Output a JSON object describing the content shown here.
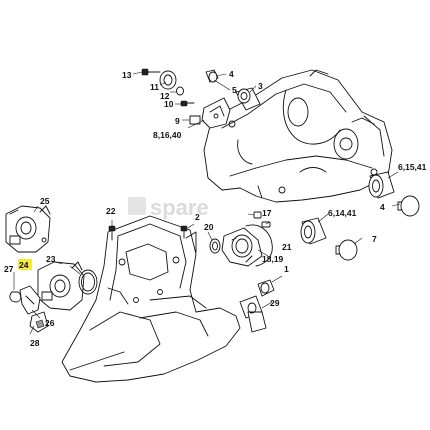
{
  "watermark": "spare",
  "callouts": {
    "c1": "1",
    "c2": "2",
    "c3": "3",
    "c4": "4",
    "c4b": "4",
    "c5": "5",
    "c6_14_41": "6,14,41",
    "c6_15_41": "6,15,41",
    "c7": "7",
    "c8_16_40": "8,16,40",
    "c9": "9",
    "c10": "10",
    "c11": "11",
    "c12": "12",
    "c13": "13",
    "c17": "17",
    "c18_19": "18,19",
    "c20": "20",
    "c21": "21",
    "c22": "22",
    "c23": "23",
    "c24": "24",
    "c25": "25",
    "c26": "26",
    "c27": "27",
    "c28": "28",
    "c29": "29"
  },
  "highlight_color": "#f3ea3a"
}
